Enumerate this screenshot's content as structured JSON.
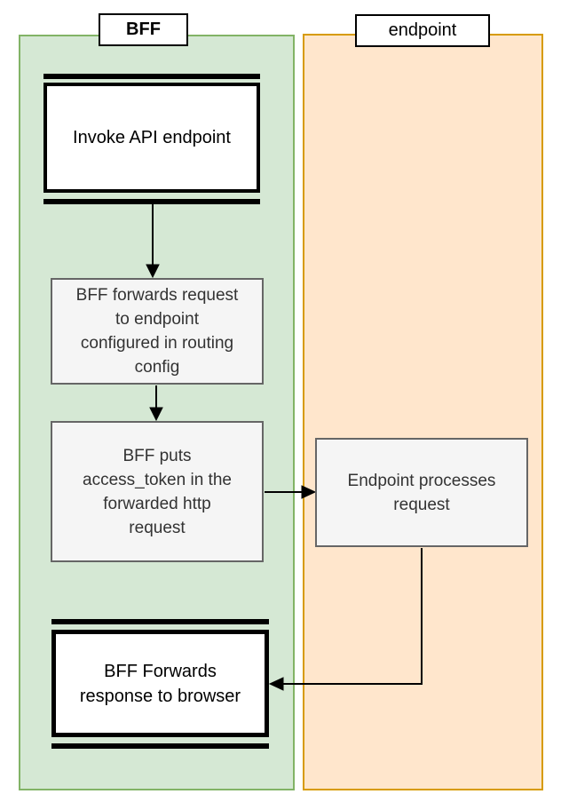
{
  "diagram": {
    "type": "flowchart-swimlane",
    "lanes": [
      {
        "label": "BFF",
        "fill": "#d5e8d4",
        "border": "#82b366"
      },
      {
        "label": "endpoint",
        "fill": "#ffe6cc",
        "border": "#d79b00"
      }
    ],
    "nodes": [
      {
        "id": "invoke-api",
        "lane": "BFF",
        "shape": "terminal",
        "label": "Invoke API endpoint"
      },
      {
        "id": "forward-request",
        "lane": "BFF",
        "shape": "process",
        "label": "BFF forwards request\nto endpoint\nconfigured in routing\nconfig"
      },
      {
        "id": "put-access-token",
        "lane": "BFF",
        "shape": "process",
        "label": "BFF puts\naccess_token in the\nforwarded http\nrequest"
      },
      {
        "id": "endpoint-processes",
        "lane": "endpoint",
        "shape": "process",
        "label": "Endpoint processes\nrequest"
      },
      {
        "id": "forward-response",
        "lane": "BFF",
        "shape": "terminal",
        "label": "BFF Forwards\nresponse to browser"
      }
    ],
    "edges": [
      {
        "from": "invoke-api",
        "to": "forward-request"
      },
      {
        "from": "forward-request",
        "to": "put-access-token"
      },
      {
        "from": "put-access-token",
        "to": "endpoint-processes"
      },
      {
        "from": "endpoint-processes",
        "to": "forward-response"
      }
    ],
    "colors": {
      "process_fill": "#f5f5f5",
      "process_border": "#666666",
      "terminal_fill": "#ffffff",
      "terminal_border": "#000000",
      "arrow": "#000000",
      "background": "#ffffff"
    }
  }
}
